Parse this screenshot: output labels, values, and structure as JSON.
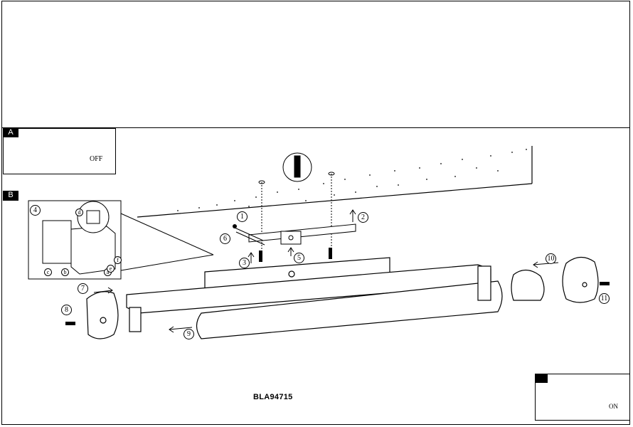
{
  "panels": {
    "tag_a": "A",
    "tag_b": "B",
    "off_label": "OFF",
    "on_label": "ON"
  },
  "model": "BLA94715",
  "steps": [
    "1",
    "2",
    "3",
    "5",
    "6",
    "7",
    "8",
    "9",
    "10",
    "11"
  ],
  "box_steps": [
    "4",
    "a",
    "b",
    "c",
    "d",
    "e",
    "f"
  ]
}
